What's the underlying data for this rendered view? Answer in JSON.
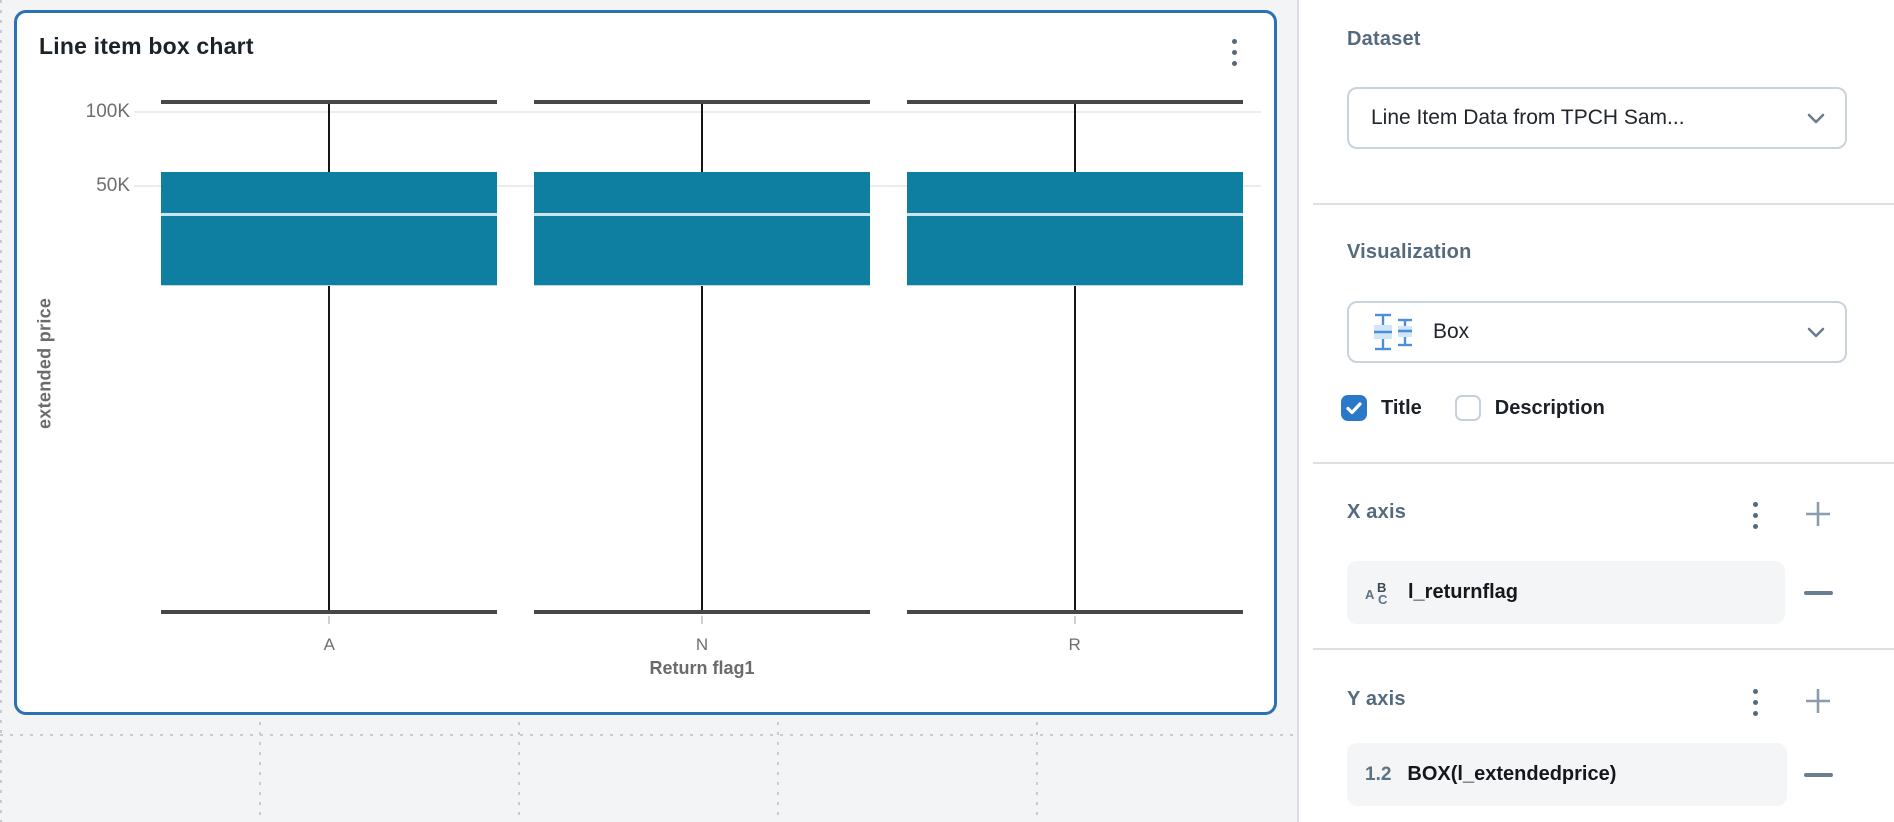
{
  "colors": {
    "selection_accent": "#2c70b6",
    "checkbox_blue": "#2b77c8",
    "box_fill": "#0e7ea1",
    "median_line": "#cfe4ea",
    "panel_heading": "#556b7d"
  },
  "chart_data": {
    "type": "box",
    "title": "Line item box chart",
    "xlabel": "Return flag1",
    "ylabel": "extended price",
    "categories": [
      "A",
      "N",
      "R"
    ],
    "y_scale": "log",
    "y_ticks": [
      {
        "value": 50000,
        "label": "50K"
      },
      {
        "value": 100000,
        "label": "100K"
      }
    ],
    "series": [
      {
        "category": "A",
        "whisker_low": 900,
        "q1": 19500,
        "median": 38000,
        "q3": 57000,
        "whisker_high": 110000
      },
      {
        "category": "N",
        "whisker_low": 900,
        "q1": 19500,
        "median": 38000,
        "q3": 57000,
        "whisker_high": 110000
      },
      {
        "category": "R",
        "whisker_low": 900,
        "q1": 19500,
        "median": 38000,
        "q3": 57000,
        "whisker_high": 110000
      }
    ],
    "box_color": "#0e7ea1",
    "median_color": "#cfe4ea",
    "legend": "none",
    "grid": "horizontal"
  },
  "card": {
    "menu_icon": "kebab-menu"
  },
  "panel": {
    "dataset": {
      "heading": "Dataset",
      "selected": "Line Item Data from TPCH Sam...",
      "chevron_icon": "chevron-down"
    },
    "visualization": {
      "heading": "Visualization",
      "selected": "Box",
      "viz_icon": "box-chart",
      "chevron_icon": "chevron-down"
    },
    "toggles": {
      "title_label": "Title",
      "title_checked": true,
      "description_label": "Description",
      "description_checked": false
    },
    "x_axis": {
      "heading": "X axis",
      "menu_icon": "kebab-menu",
      "add_icon": "plus",
      "fields": [
        {
          "name": "l_returnflag",
          "type": "text",
          "type_icon": {
            "a": "A",
            "b": "B",
            "c": "C"
          },
          "remove_icon": "minus"
        }
      ]
    },
    "y_axis": {
      "heading": "Y axis",
      "menu_icon": "kebab-menu",
      "add_icon": "plus",
      "fields": [
        {
          "name": "BOX(l_extendedprice)",
          "type": "number",
          "type_icon_label": "1.2",
          "remove_icon": "minus"
        }
      ]
    }
  }
}
